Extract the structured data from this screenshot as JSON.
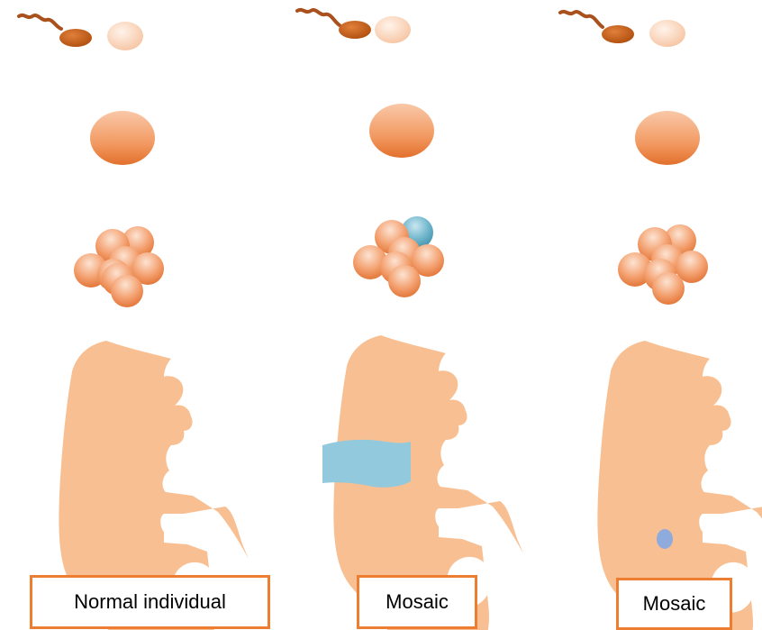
{
  "columns": [
    {
      "id": "normal",
      "label": "Normal individual",
      "mosaic_region": "none"
    },
    {
      "id": "mosaic-early",
      "label": "Mosaic",
      "mosaic_region": "band"
    },
    {
      "id": "mosaic-late",
      "label": "Mosaic",
      "mosaic_region": "spot"
    }
  ],
  "colors": {
    "sperm": "#C55A11",
    "egg": "#F8CBAD",
    "cell": "#F4A070",
    "cell_dark": "#E07030",
    "embryo": "#F8C092",
    "mosaic_band": "#92C9DC",
    "mosaic_cell": "#4F9DB5",
    "mosaic_spot": "#8FAADC",
    "box_border": "#ED7D31"
  }
}
